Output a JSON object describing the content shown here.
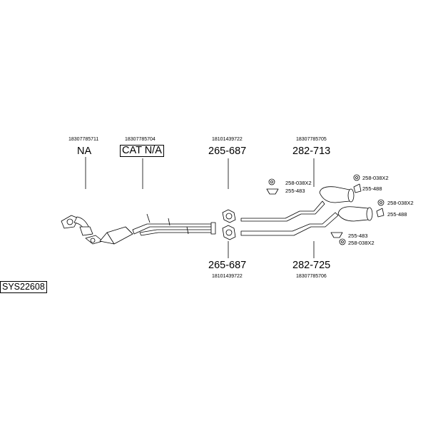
{
  "system_code": "SYS22608",
  "parts": {
    "downpipe": {
      "oem": "18307785711",
      "number": "NA"
    },
    "catalyst": {
      "oem": "18307785704",
      "number": "CAT N/A"
    },
    "clamp_top": {
      "oem": "18101439722",
      "number": "265-687"
    },
    "clamp_bottom": {
      "number": "265-687",
      "oem": "18101439722"
    },
    "rear_top": {
      "oem": "18307785705",
      "number": "282-713"
    },
    "rear_bottom": {
      "number": "282-725",
      "oem": "18307785706"
    }
  },
  "hardware": {
    "h1": "258-038X2",
    "h2": "255-483",
    "h3": "258-038X2",
    "h4": "255-488",
    "h5": "258-038X2",
    "h6": "255-488",
    "h7": "255-483",
    "h8": "258-038X2"
  }
}
